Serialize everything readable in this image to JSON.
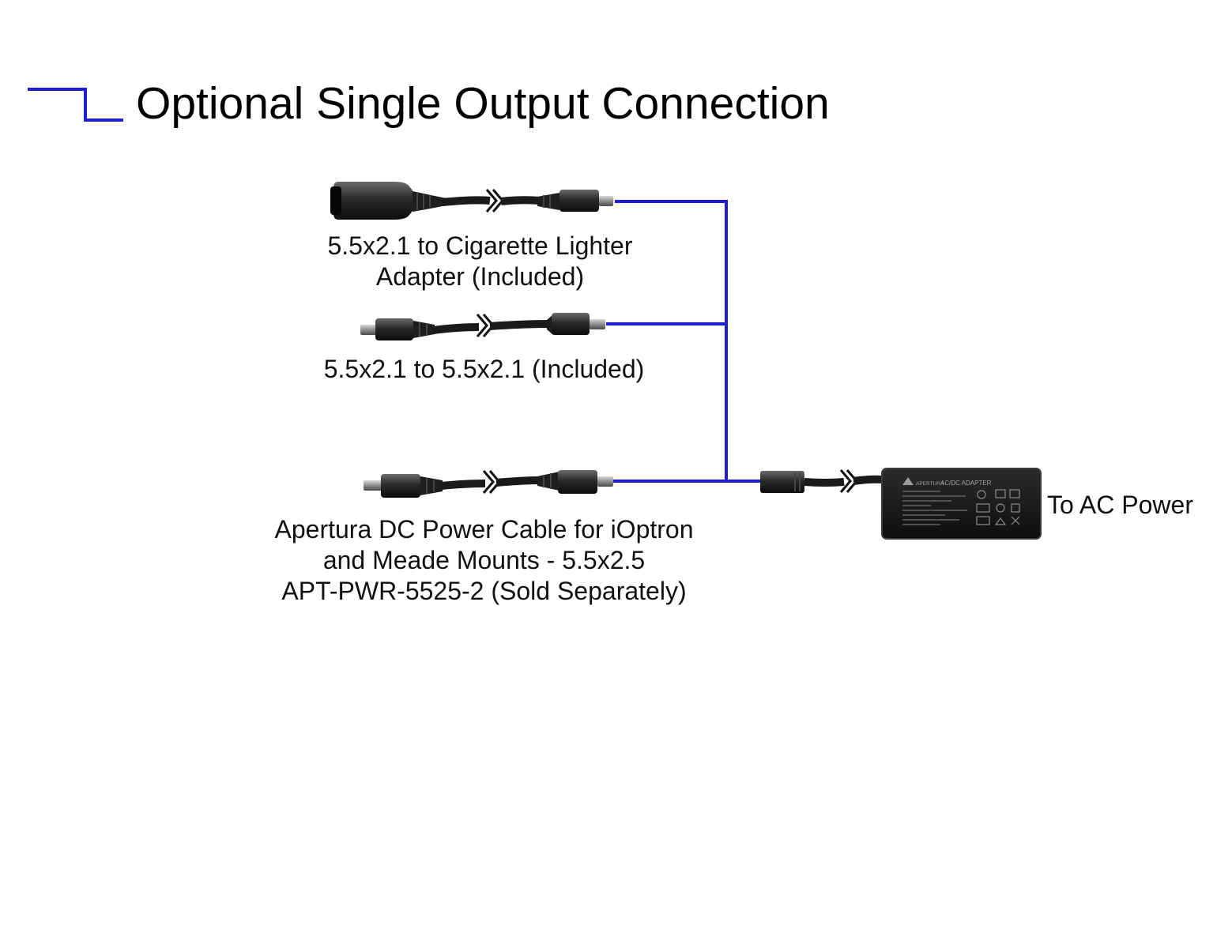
{
  "title": "Optional Single Output Connection",
  "legend": {
    "line_color": "#1f1fd0",
    "line_icon": "single-output-line-icon"
  },
  "components": {
    "cigarette_adapter": {
      "label_lines": [
        "5.5x2.1 to Cigarette Lighter",
        "Adapter (Included)"
      ]
    },
    "cable_55x21": {
      "label_lines": [
        "5.5x2.1 to 5.5x2.1 (Included)"
      ]
    },
    "apertura_cable": {
      "label_lines": [
        "Apertura DC Power Cable for iOptron",
        "and Meade Mounts - 5.5x2.5",
        "APT-PWR-5525-2 (Sold Separately)"
      ]
    },
    "power_adapter": {
      "label": "To AC Power",
      "brand_text": "APERTURA",
      "device_text": "AC/DC ADAPTER"
    }
  },
  "colors": {
    "connection_line": "#1f1fd0",
    "cable": "#1a1a1a",
    "brick": "#151515"
  }
}
